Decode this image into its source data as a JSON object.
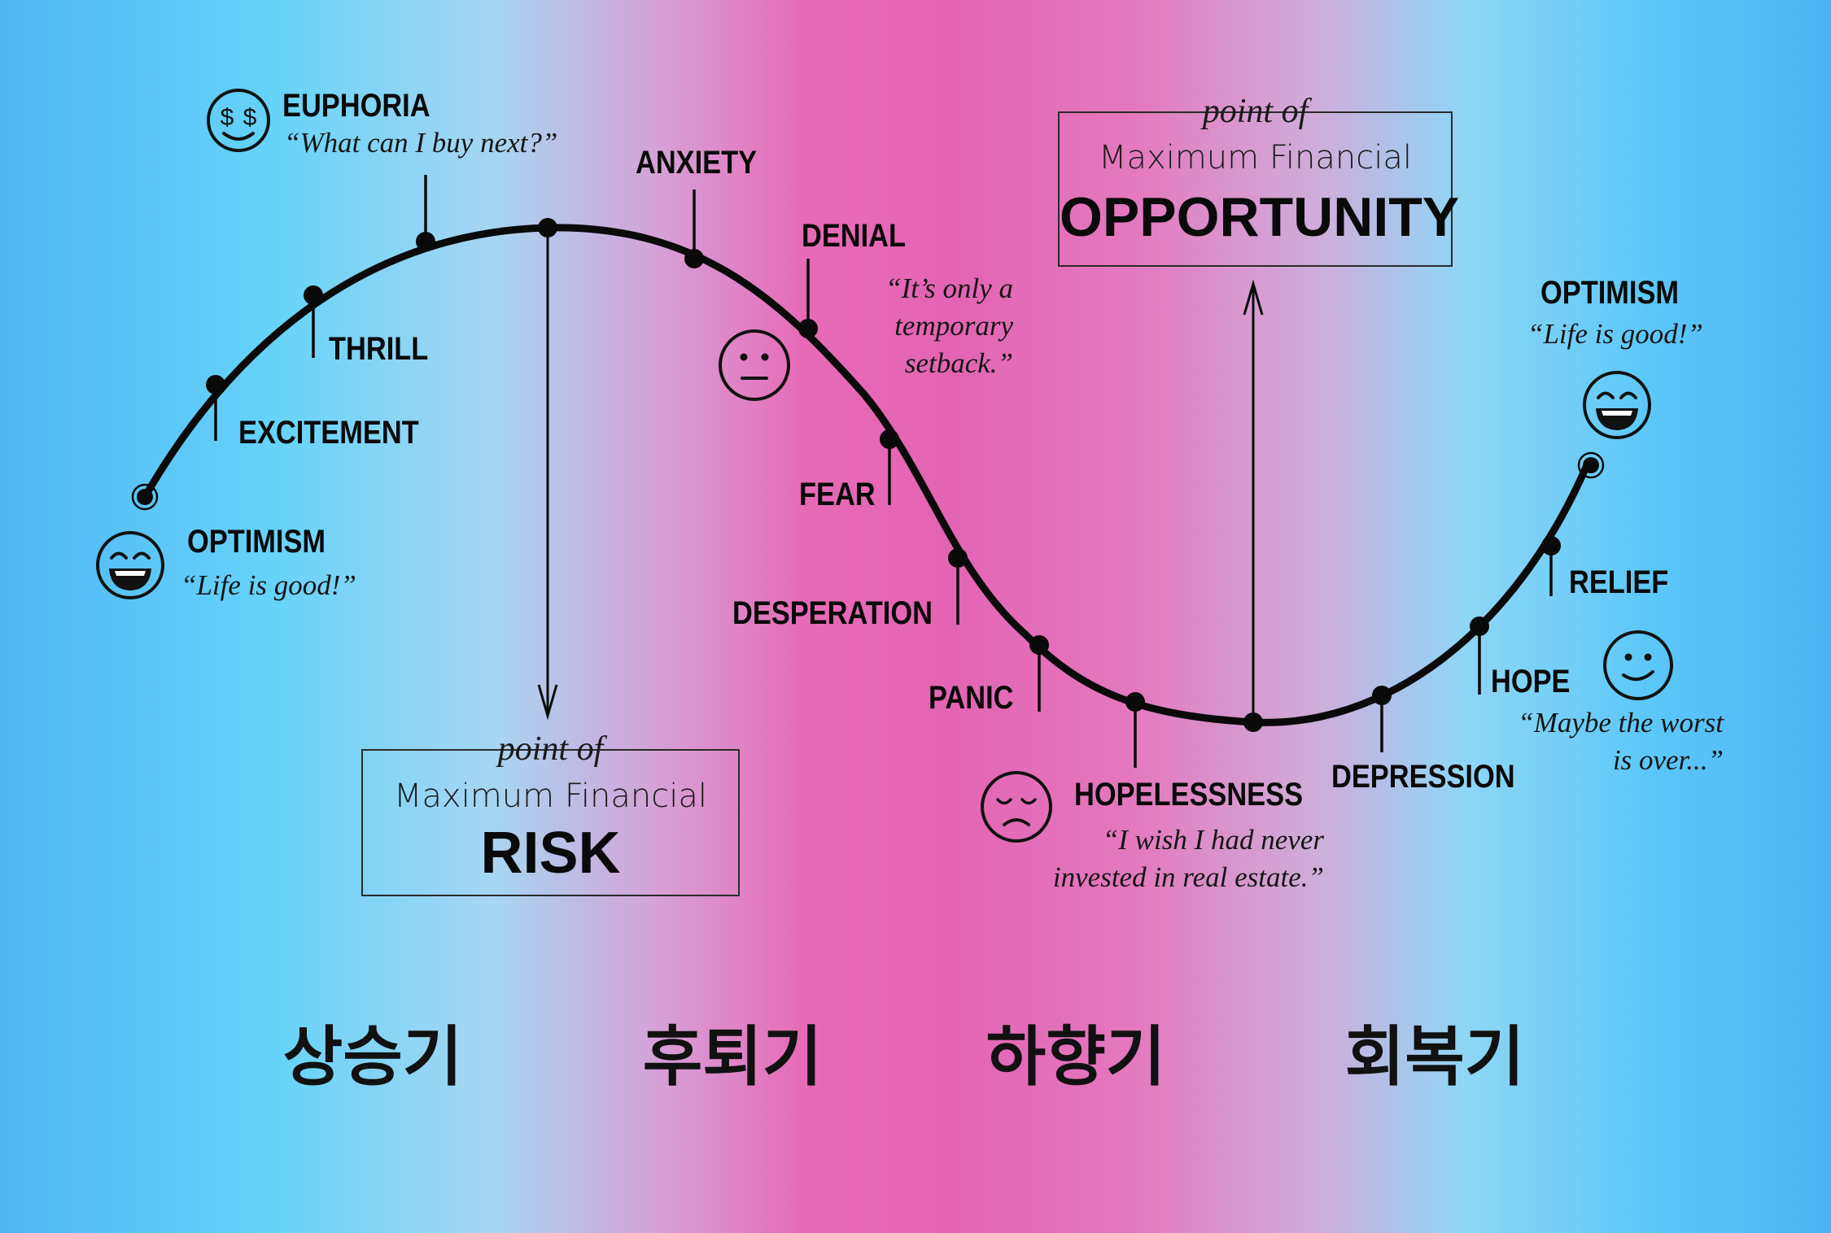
{
  "stages": {
    "optimism_start": {
      "label": "OPTIMISM",
      "quote": "“Life is good!”"
    },
    "excitement": {
      "label": "EXCITEMENT"
    },
    "thrill": {
      "label": "THRILL"
    },
    "euphoria": {
      "label": "EUPHORIA",
      "quote": "“What can I buy next?”"
    },
    "anxiety": {
      "label": "ANXIETY"
    },
    "denial": {
      "label": "DENIAL",
      "quote": "“It’s only a\ntemporary\nsetback.”"
    },
    "fear": {
      "label": "FEAR"
    },
    "desperation": {
      "label": "DESPERATION"
    },
    "panic": {
      "label": "PANIC"
    },
    "hopelessness": {
      "label": "HOPELESSNESS",
      "quote": "“I wish I had never\ninvested in real estate.”"
    },
    "depression": {
      "label": "DEPRESSION"
    },
    "hope": {
      "label": "HOPE",
      "quote": "“Maybe the worst\nis over...”"
    },
    "relief": {
      "label": "RELIEF"
    },
    "optimism_end": {
      "label": "OPTIMISM",
      "quote": "“Life is good!”"
    }
  },
  "risk_box": {
    "point_of": "point of",
    "subtitle": "Maximum Financial",
    "title": "RISK"
  },
  "opportunity_box": {
    "point_of": "point of",
    "subtitle": "Maximum Financial",
    "title": "OPPORTUNITY"
  },
  "phases": [
    "상승기",
    "후퇴기",
    "하향기",
    "회복기"
  ],
  "faces": {
    "optimism_start": "laughing-face-icon",
    "euphoria": "dollar-eyes-face-icon",
    "denial": "neutral-face-icon",
    "hopelessness": "sad-face-icon",
    "hope": "smiling-face-icon",
    "optimism_end": "laughing-face-icon"
  },
  "colors": {
    "ink": "#0a0a0a",
    "blue": "#4fb6f4",
    "pink": "#e364b4"
  }
}
